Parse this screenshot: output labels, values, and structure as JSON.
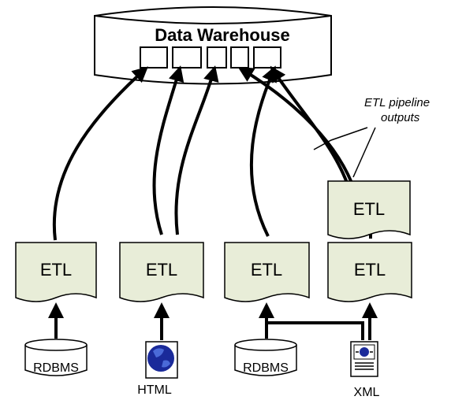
{
  "warehouse": {
    "title": "Data Warehouse",
    "slot_count": 5
  },
  "annotation": {
    "line1": "ETL pipeline",
    "line2": "outputs"
  },
  "etl_blocks": [
    {
      "id": "etl-1",
      "label": "ETL"
    },
    {
      "id": "etl-2",
      "label": "ETL"
    },
    {
      "id": "etl-3",
      "label": "ETL"
    },
    {
      "id": "etl-4",
      "label": "ETL"
    },
    {
      "id": "etl-5",
      "label": "ETL"
    }
  ],
  "sources": [
    {
      "id": "rdbms-1",
      "label": "RDBMS",
      "icon": "database-icon"
    },
    {
      "id": "html-1",
      "label": "HTML",
      "icon": "globe-icon"
    },
    {
      "id": "rdbms-2",
      "label": "RDBMS",
      "icon": "database-icon"
    },
    {
      "id": "xml-1",
      "label": "XML",
      "icon": "xml-document-icon"
    }
  ],
  "colors": {
    "etl_fill": "#e8edd8",
    "stroke": "#000000",
    "globe_fill": "#1a2a9a",
    "globe_highlight": "#4a6ad8"
  }
}
